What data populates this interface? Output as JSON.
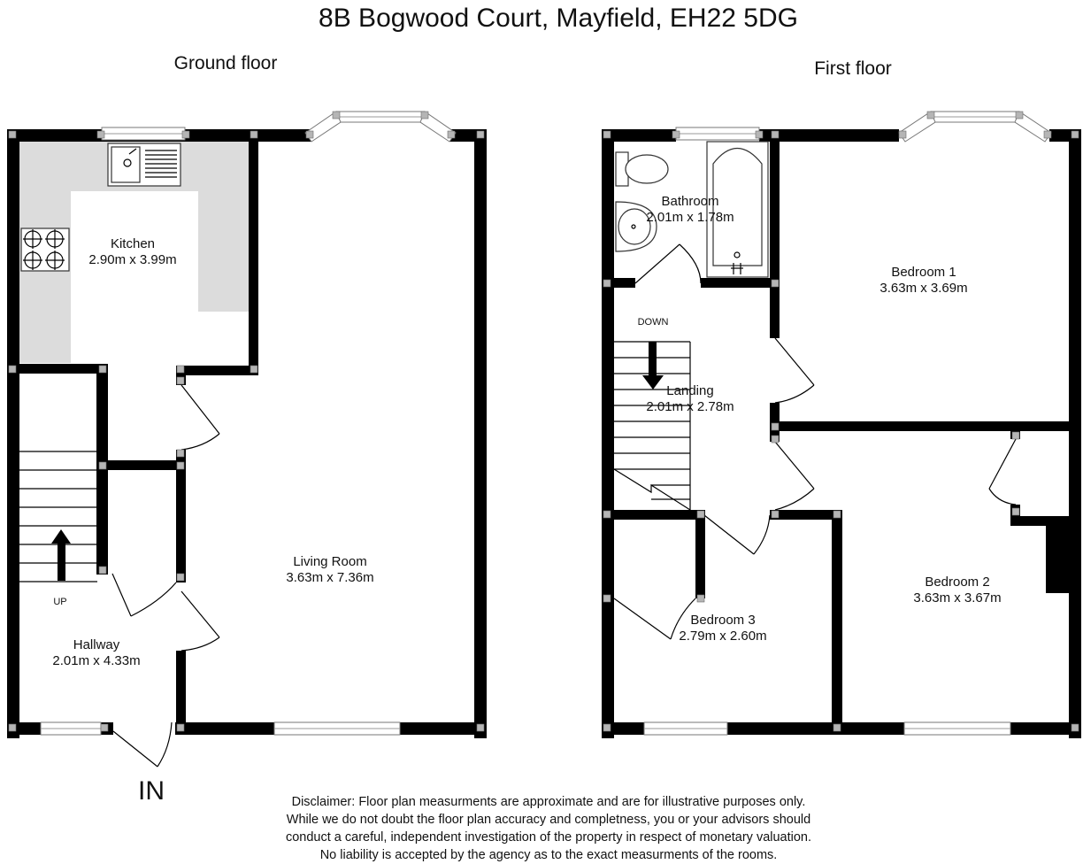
{
  "title": "8B Bogwood Court, Mayfield, EH22 5DG",
  "floors": {
    "ground": {
      "label": "Ground floor",
      "rooms": [
        {
          "name": "Kitchen",
          "dims": "2.90m x 3.99m"
        },
        {
          "name": "Living Room",
          "dims": "3.63m x 7.36m"
        },
        {
          "name": "Hallway",
          "dims": "2.01m x 4.33m"
        }
      ],
      "stair_label": "UP",
      "entrance_label": "IN"
    },
    "first": {
      "label": "First floor",
      "rooms": [
        {
          "name": "Bathroom",
          "dims": "2.01m x 1.78m"
        },
        {
          "name": "Bedroom 1",
          "dims": "3.63m x 3.69m"
        },
        {
          "name": "Landing",
          "dims": "2.01m x 2.78m"
        },
        {
          "name": "Bedroom 2",
          "dims": "3.63m x 3.67m"
        },
        {
          "name": "Bedroom 3",
          "dims": "2.79m x 2.60m"
        }
      ],
      "stair_label": "DOWN"
    }
  },
  "disclaimer": [
    "Disclaimer:  Floor plan measurments are approximate and are for illustrative purposes only.",
    "While we do not doubt the floor plan accuracy and completness, you or your advisors should",
    "conduct a careful, independent investigation of the property in respect of monetary valuation.",
    "No liability is accepted by the agency as to the exact measurments of the rooms."
  ],
  "colors": {
    "walls": "#000000",
    "kitchen_worktop": "#dcdcdc",
    "wall_posts": "#b5b5b5"
  }
}
